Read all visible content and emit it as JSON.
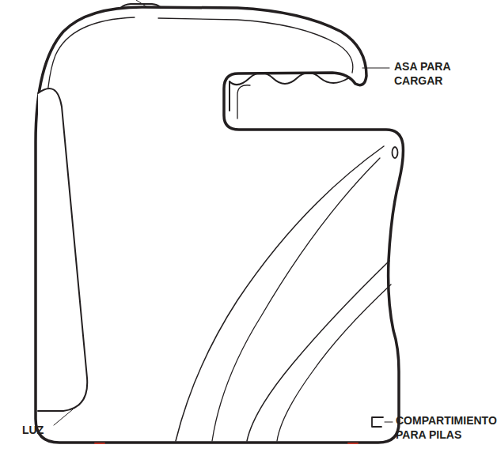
{
  "diagram": {
    "labels": [
      "ASA PARA CARGAR",
      "LUZ",
      "COMPARTIMIENTO PARA PILAS"
    ]
  }
}
